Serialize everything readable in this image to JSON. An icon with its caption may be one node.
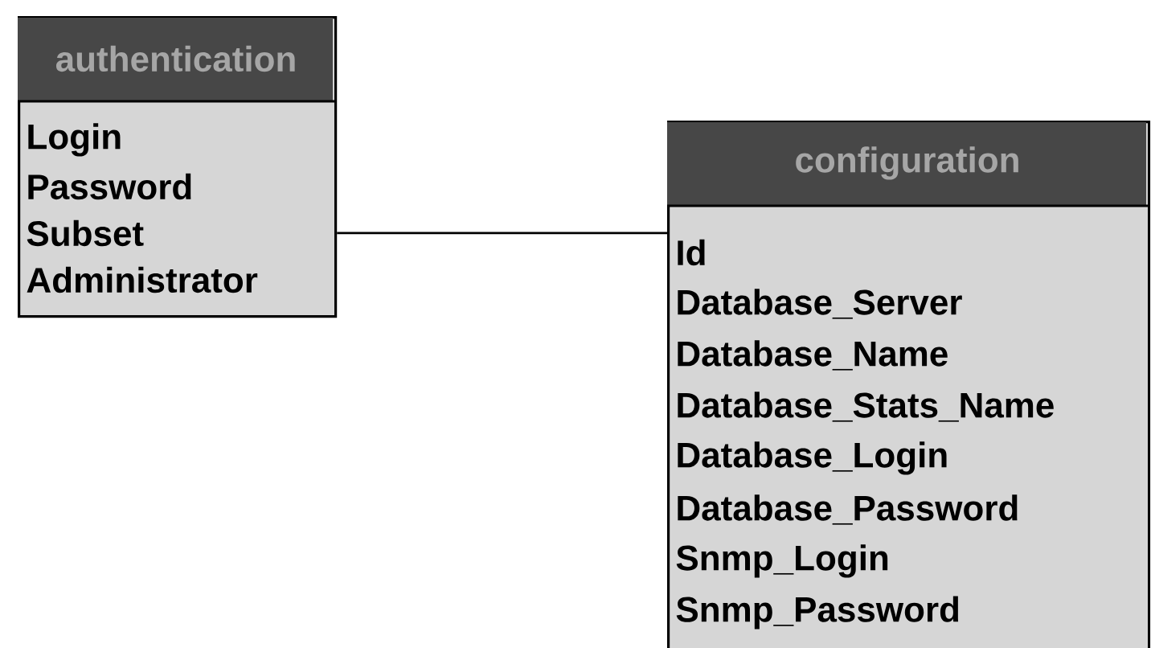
{
  "diagram": {
    "nodes": [
      {
        "text": [
          "authentication",
          "Login",
          "Password",
          "Subset",
          "Administrator"
        ]
      },
      {
        "text": [
          "configuration",
          "Id",
          "Database_Server",
          "Database_Name",
          "Database_Stats_Name",
          "Database_Login",
          "Database_Password",
          "Snmp_Login",
          "Snmp_Password"
        ]
      }
    ],
    "edges": [
      {
        "from": 0,
        "to": 1,
        "arrow": "none"
      }
    ]
  }
}
